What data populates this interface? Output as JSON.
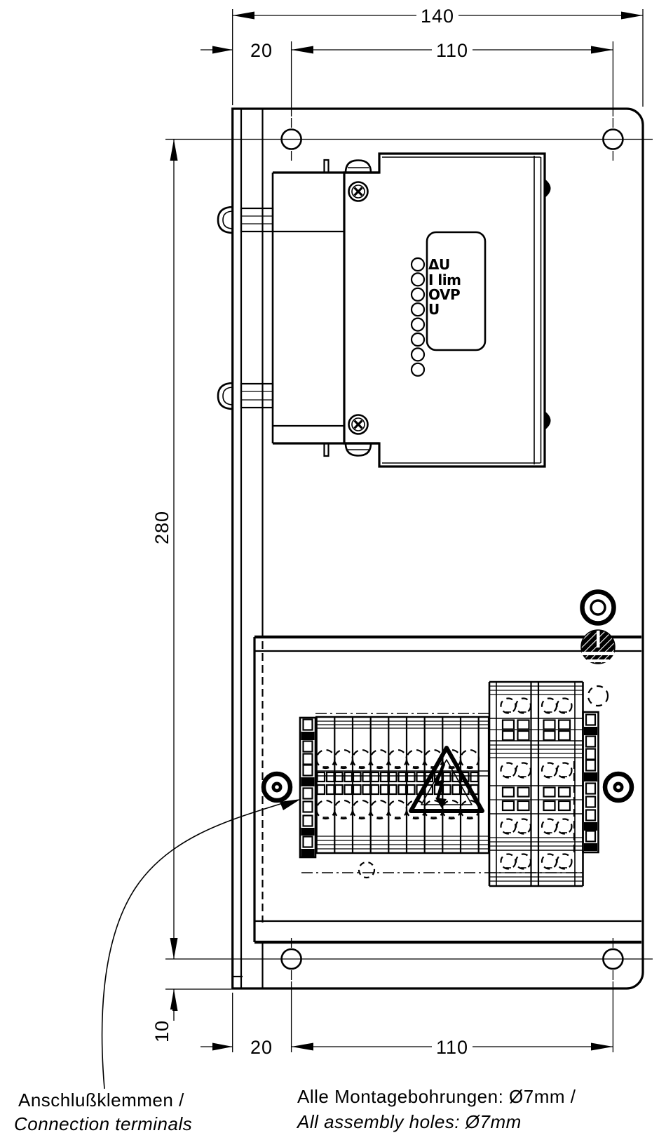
{
  "drawing": {
    "background": "#ffffff",
    "line_color": "#000000",
    "dimensions": {
      "total_width": "140",
      "top_offset_left": "20",
      "top_hole_spacing": "110",
      "height_hole_spacing": "280",
      "bottom_margin": "10",
      "bottom_offset_left": "20",
      "bottom_hole_spacing": "110"
    },
    "device": {
      "led_labels": [
        "ΔU",
        "I lim",
        "OVP",
        "U"
      ]
    },
    "annotations": {
      "terminals_de": "Anschlußklemmen /",
      "terminals_en": "Connection terminals",
      "holes_note_de": "Alle Montagebohrungen: Ø7mm /",
      "holes_note_en": "All assembly holes: Ø7mm"
    }
  }
}
